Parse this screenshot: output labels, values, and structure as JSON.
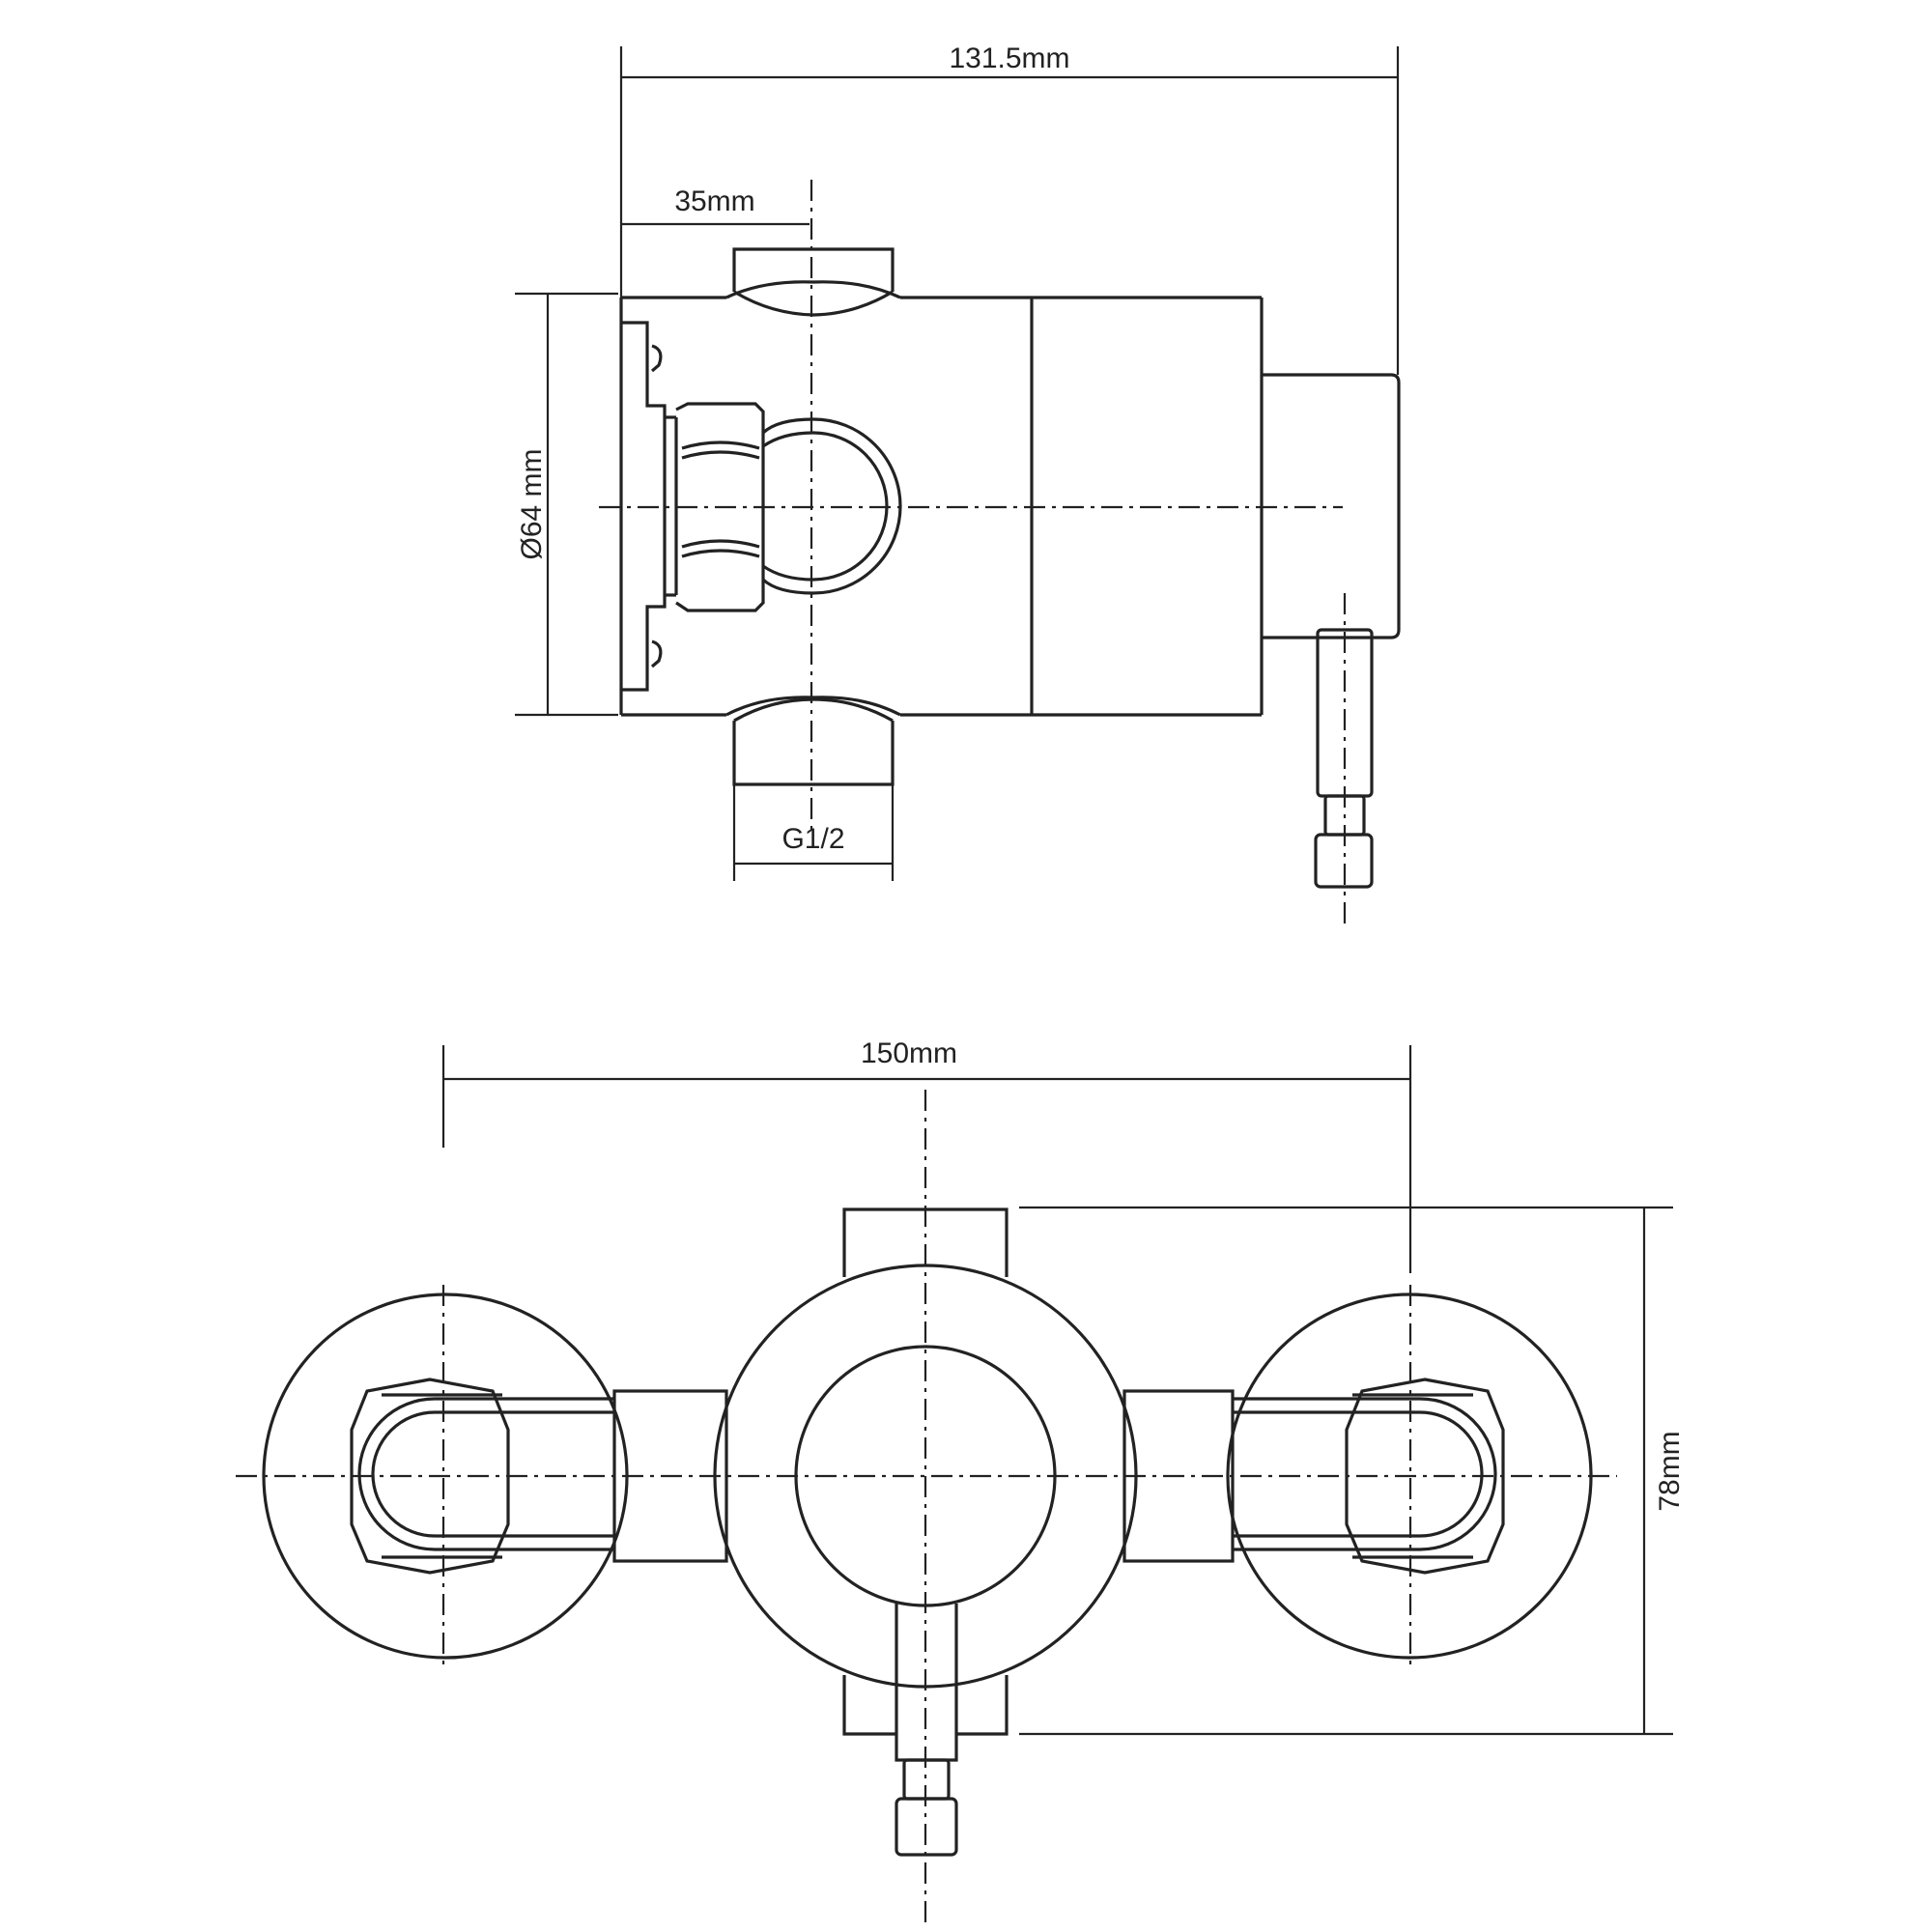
{
  "side_view": {
    "overall_length": "131.5mm",
    "inlet_offset": "35mm",
    "body_diameter": "Ø64 mm",
    "inlet_thread": "G1/2"
  },
  "front_view": {
    "inlet_centres": "150mm",
    "body_height": "78mm"
  },
  "colors": {
    "line": "#222222",
    "background": "#ffffff"
  }
}
